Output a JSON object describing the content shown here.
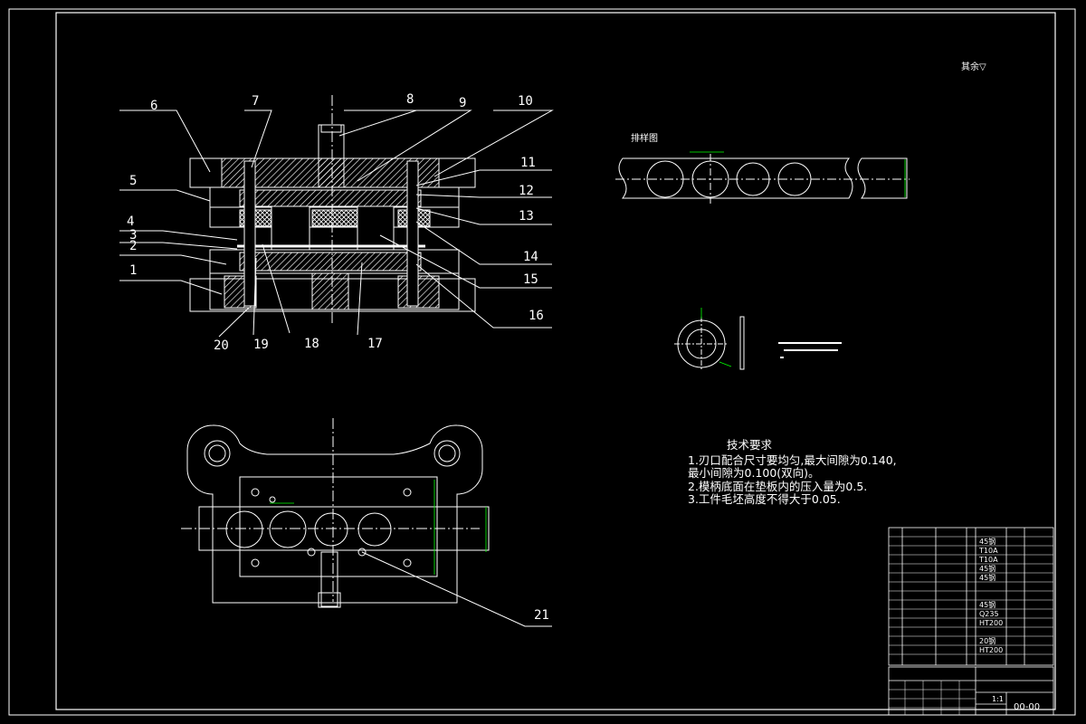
{
  "drawing": {
    "corner_mark": "其余▽",
    "strip_layout_label": "排样图",
    "tech_requirements": {
      "title": "技术要求",
      "lines": [
        "1.刃口配合尺寸要均匀,最大间隙为0.140,",
        "最小间隙为0.100(双向)。",
        "2.模柄底面在垫板内的压入量为0.5.",
        "3.工件毛坯高度不得大于0.05."
      ]
    },
    "part_labels": [
      "1",
      "2",
      "3",
      "4",
      "5",
      "6",
      "7",
      "8",
      "9",
      "10",
      "11",
      "12",
      "13",
      "14",
      "15",
      "16",
      "17",
      "18",
      "19",
      "20",
      "21"
    ],
    "title_block": {
      "material_cells": [
        "45钢",
        "T10A",
        "T10A",
        "45钢",
        "45钢",
        "45钢",
        "Q235",
        "HT200",
        "20钢",
        "HT200"
      ],
      "drawing_number": "00-00",
      "scale": "1:1"
    }
  },
  "colors": {
    "background": "#000000",
    "line": "#ffffff",
    "dimension": "#00ff00",
    "hatch": "#ffffff"
  }
}
